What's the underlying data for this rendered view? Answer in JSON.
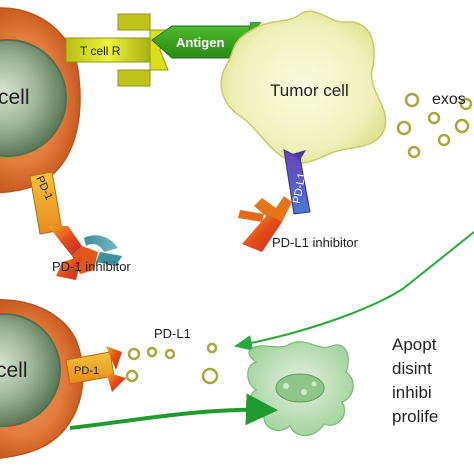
{
  "labels": {
    "t_cell_top": "cell",
    "t_cell_receptor": "T cell R",
    "antigen": "Antigen",
    "tumor_cell": "Tumor cell",
    "exosome": "exos",
    "pd1_top": "PD-1",
    "pd1_inhibitor": "PD-1 inhibitor",
    "pdl1_on_tumor": "PD-L1",
    "pdl1_inhibitor": "PD-L1 inhibitor",
    "t_cell_bottom": "cell",
    "pd1_bottom": "PD-1",
    "pdl1_exosome": "PD-L1",
    "outcome_1": "Apopt",
    "outcome_2": "disint",
    "outcome_3": "inhibi",
    "outcome_4": "prolife"
  },
  "colors": {
    "t_cell_outer": "#e07a3c",
    "t_cell_nucleus": "#7d9a78",
    "tumor_fill": "#f3f3c8",
    "arrow_green": "#1e9a2e",
    "receptor_yellow": "#d6d61a",
    "exosome_ring": "#a7a73a"
  }
}
